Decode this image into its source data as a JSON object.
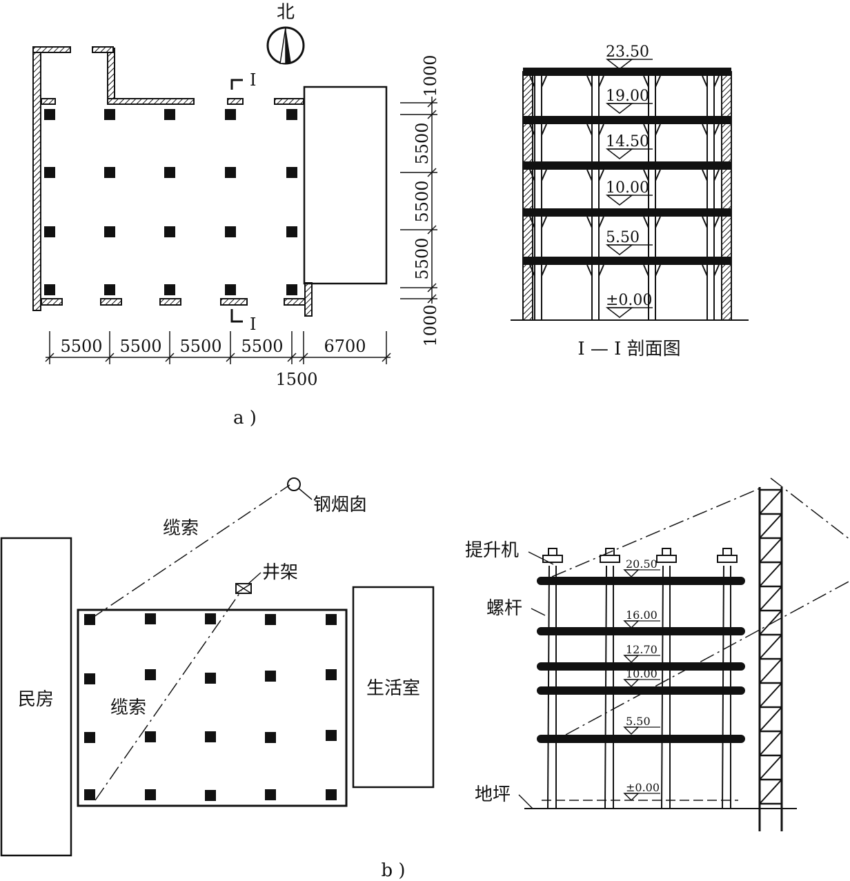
{
  "figure_a": {
    "north_label": "北",
    "section_mark": "I",
    "dims_horizontal": [
      "5500",
      "5500",
      "5500",
      "5500",
      "6700"
    ],
    "dim_gap": "1500",
    "dims_vertical": [
      "1000",
      "5500",
      "5500",
      "5500",
      "1000"
    ],
    "section_levels": [
      "23.50",
      "19.00",
      "14.50",
      "10.00",
      "5.50",
      "±0.00"
    ],
    "section_title": "I — I  剖面图",
    "caption": "a )"
  },
  "figure_b": {
    "chimney_label": "钢烟囱",
    "cable_label_top": "缆索",
    "cable_label_inner": "缆索",
    "derrick_label": "井架",
    "left_building": "民房",
    "right_building": "生活室",
    "hoist_label": "提升机",
    "rod_label": "螺杆",
    "ground_label": "地坪",
    "levels": [
      "20.50",
      "16.00",
      "12.70",
      "10.00",
      "5.50",
      "±0.00"
    ],
    "caption": "b )"
  },
  "colors": {
    "ink": "#111111",
    "paper": "#ffffff"
  }
}
